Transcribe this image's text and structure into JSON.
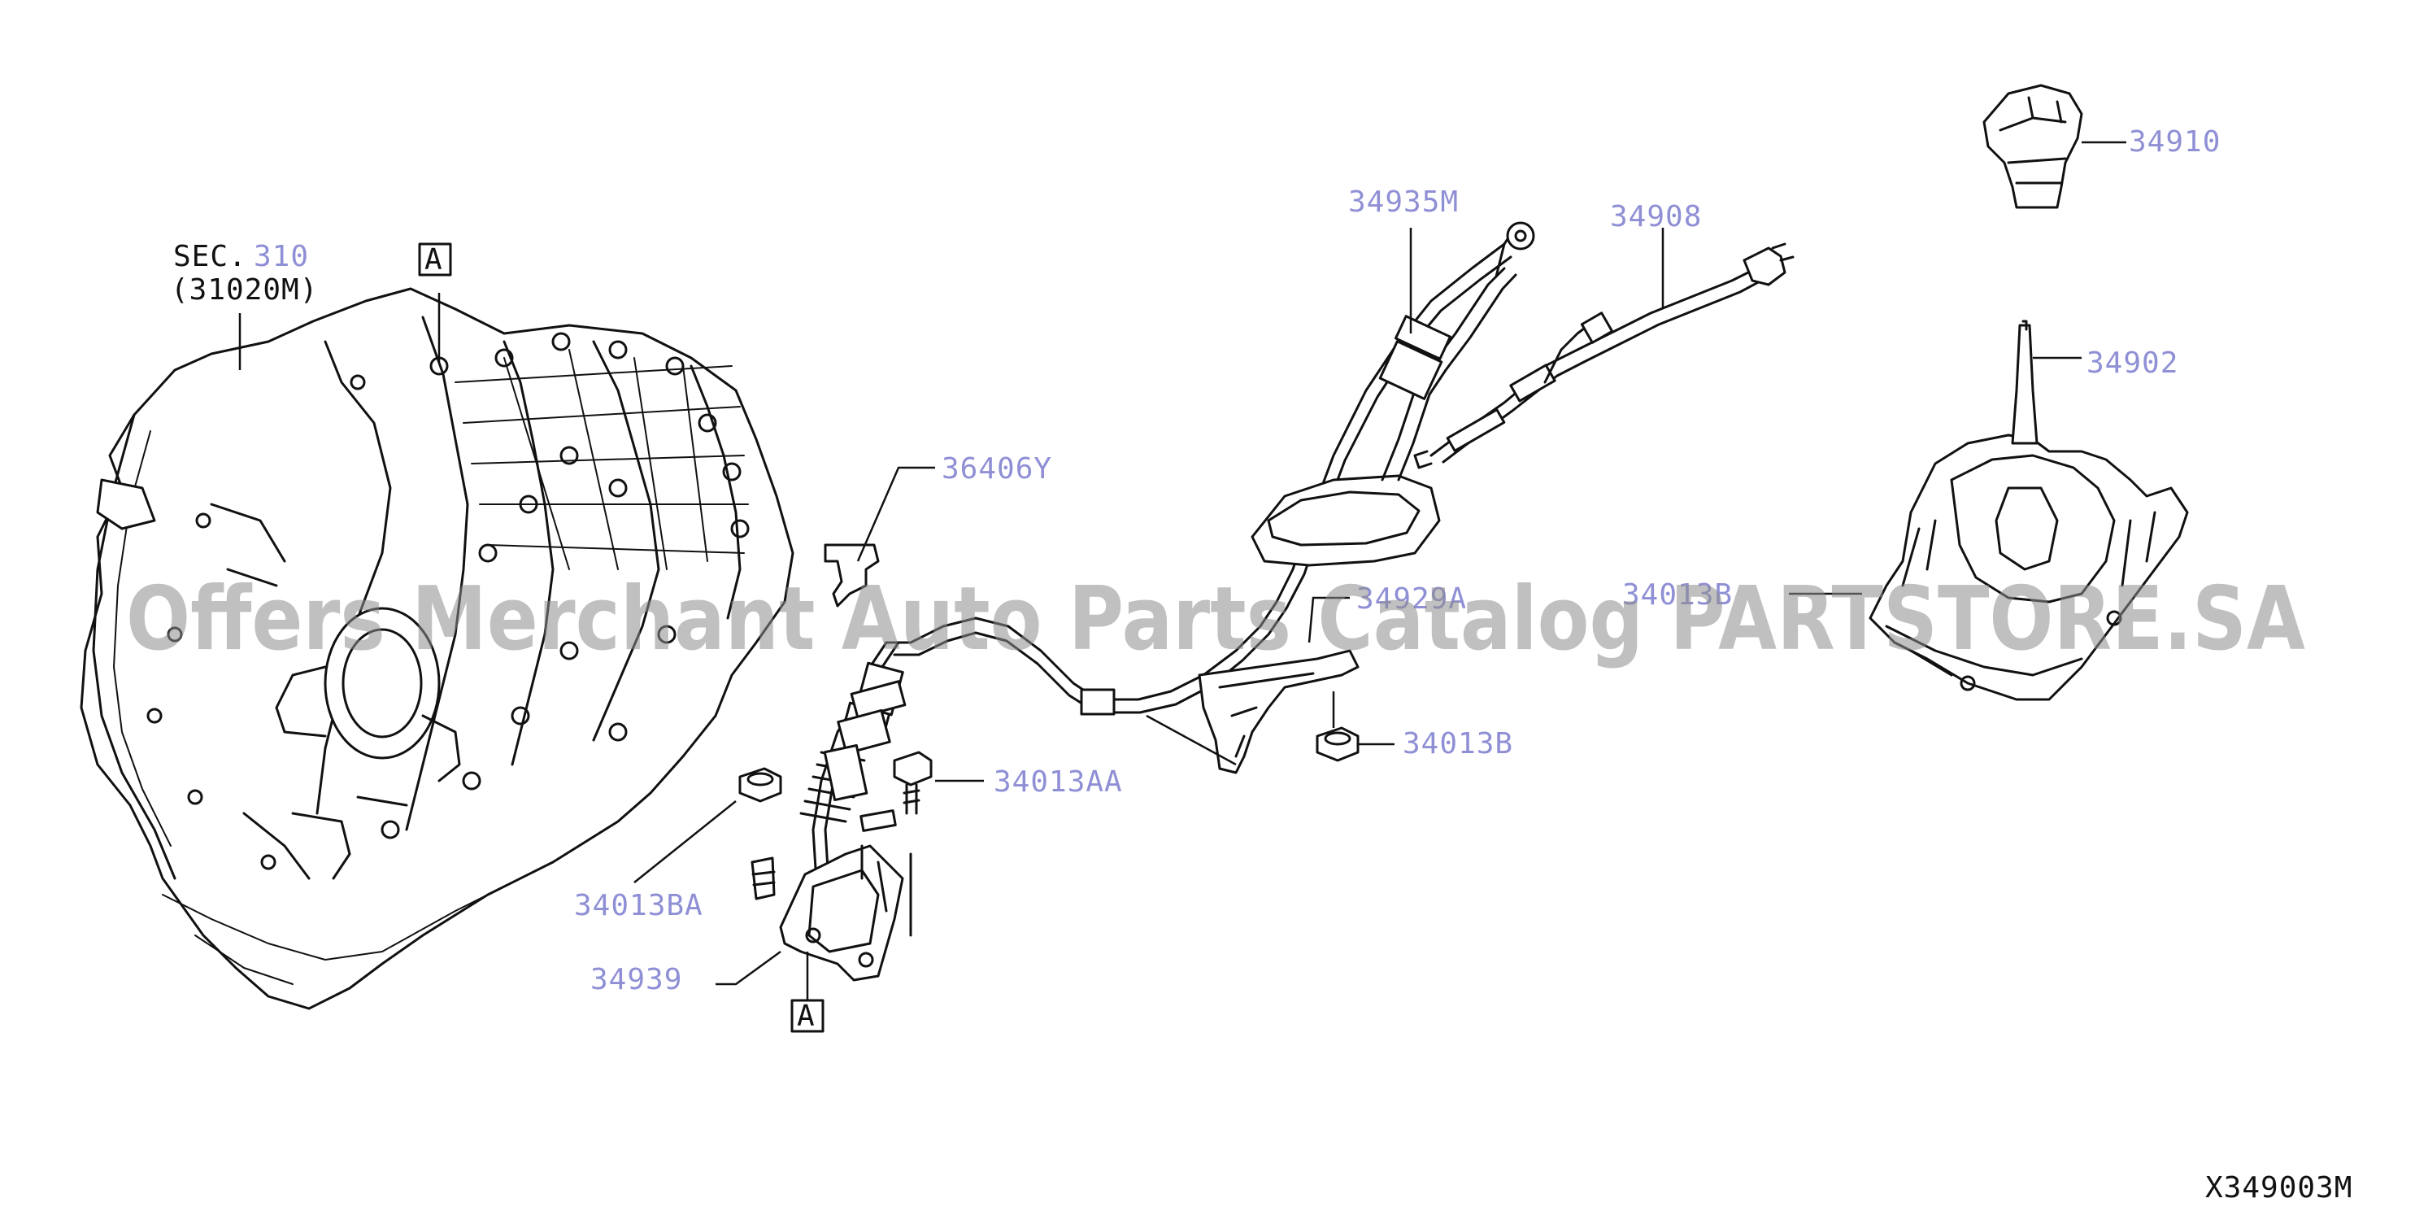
{
  "section_reference": {
    "label": "SEC.",
    "number": "310",
    "part": "(31020M)"
  },
  "view_marker": "A",
  "callouts": {
    "p34910": "34910",
    "p34935M": "34935M",
    "p34908": "34908",
    "p34902": "34902",
    "p36406Y": "36406Y",
    "p34929A": "34929A",
    "p34013B_upper": "34013B",
    "p34013B_lower": "34013B",
    "p34013AA": "34013AA",
    "p34013BA": "34013BA",
    "p34939": "34939"
  },
  "diagram_id": "X349003M",
  "watermark": "Offers Merchant Auto Parts Catalog PARTSTORE.SA",
  "colors": {
    "callout": "#8f8fd6",
    "line": "#111111",
    "watermark": "#8c8c8c"
  }
}
